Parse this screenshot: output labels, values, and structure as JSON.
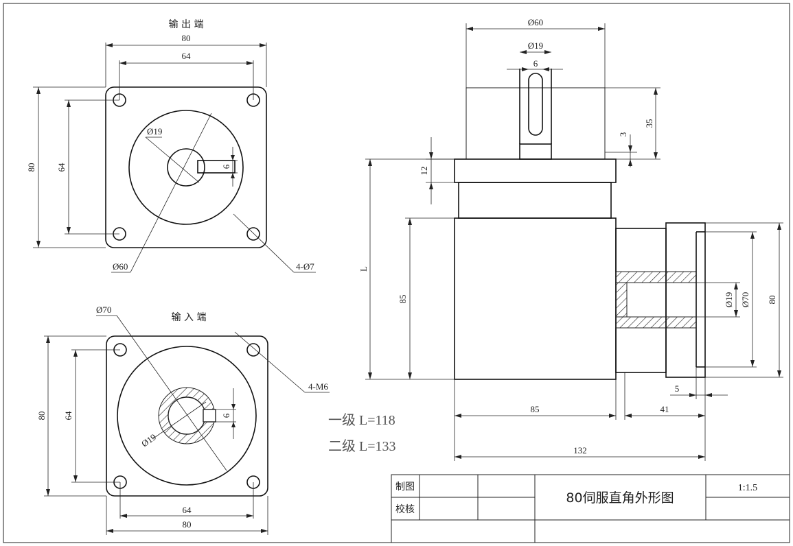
{
  "views": {
    "output_end": {
      "title": "输 出 端",
      "dim_width_outer": "80",
      "dim_width_holes": "64",
      "dim_height_outer": "80",
      "dim_height_holes": "64",
      "dim_bore": "Ø19",
      "dim_key": "6",
      "dim_pilot": "Ø60",
      "dim_holes_callout": "4-Ø7"
    },
    "input_end": {
      "title": "输 入 端",
      "dim_flange": "Ø70",
      "dim_holes_callout": "4-M6",
      "dim_height_outer": "80",
      "dim_height_holes": "64",
      "dim_bore": "Ø19",
      "dim_key": "6",
      "dim_width_holes": "64",
      "dim_width_outer": "80"
    },
    "side_view": {
      "dim_shaft_dia": "Ø60",
      "dim_key_dia": "Ø19",
      "dim_key_width": "6",
      "dim_shaft_len": "35",
      "dim_shoulder": "3",
      "dim_flange_thk": "12",
      "dim_L": "L",
      "dim_body_h": "85",
      "dim_body_w": "85",
      "dim_input_len": "41",
      "dim_total": "132",
      "dim_input_step": "5",
      "dim_input_bore": "Ø19",
      "dim_input_flange": "Ø70",
      "dim_input_sq": "80"
    },
    "notes": {
      "line1": "一级 L=118",
      "line2": "二级 L=133"
    }
  },
  "title_block": {
    "drawn_by_label": "制图",
    "checked_by_label": "校核",
    "drawing_title": "80伺服直角外形图",
    "scale": "1:1.5"
  }
}
